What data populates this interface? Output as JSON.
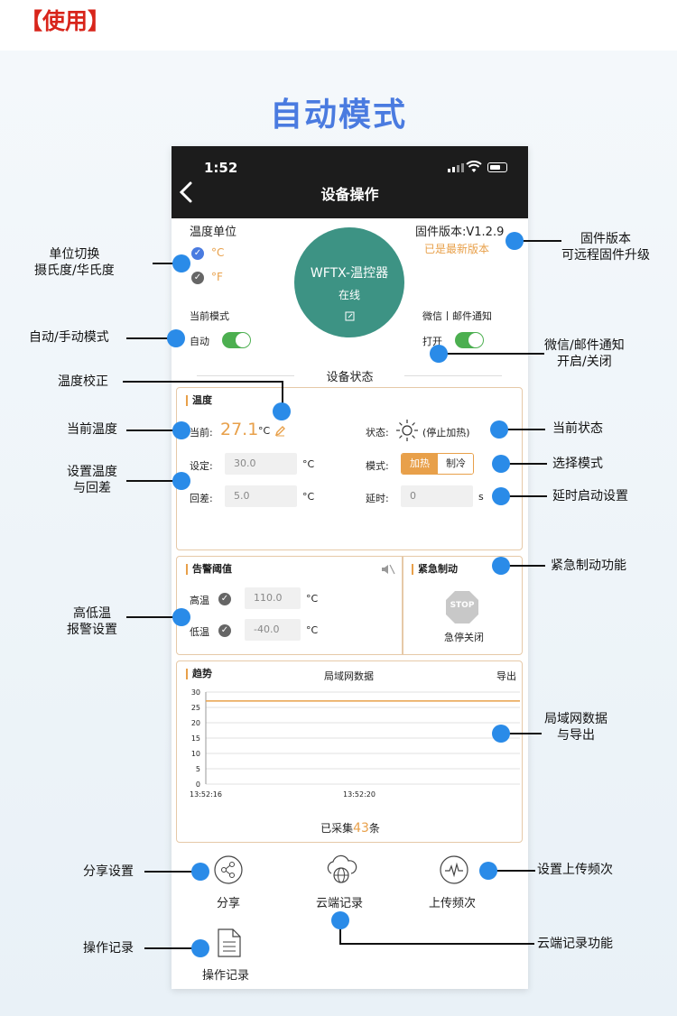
{
  "top_label": "【使用】",
  "hero_title": "自动模式",
  "status_bar": {
    "time": "1:52"
  },
  "nav": {
    "title": "设备操作"
  },
  "device": {
    "temp_unit_label": "温度单位",
    "unit_c": "°C",
    "unit_f": "°F",
    "firmware_version": "固件版本:V1.2.9",
    "firmware_status": "已是最新版本",
    "name": "WFTX-温控器",
    "online": "在线",
    "mode_label": "当前模式",
    "mode_value": "自动",
    "notify_label": "微信丨邮件通知",
    "notify_value": "打开",
    "section_title": "设备状态"
  },
  "temperature_panel": {
    "title": "温度",
    "current_label": "当前:",
    "current_value": "27.1",
    "unit": "°C",
    "set_label": "设定:",
    "set_value": "30.0",
    "diff_label": "回差:",
    "diff_value": "5.0",
    "state_label": "状态:",
    "state_value": "(停止加热)",
    "mode_label": "模式:",
    "mode_heat": "加热",
    "mode_cool": "制冷",
    "delay_label": "延时:",
    "delay_value": "0",
    "delay_unit": "s"
  },
  "alarm_panel": {
    "title": "告警阈值",
    "high_label": "高温",
    "high_value": "110.0",
    "low_label": "低温",
    "low_value": "-40.0",
    "unit": "°C"
  },
  "emergency_panel": {
    "title": "紧急制动",
    "stop_text": "STOP",
    "status": "急停关闭"
  },
  "trend_panel": {
    "title": "趋势",
    "center_title": "局域网数据",
    "export": "导出",
    "collected_prefix": "已采集",
    "collected_count": "43",
    "collected_suffix": "条"
  },
  "chart_data": {
    "type": "line",
    "title": "",
    "xlabel": "",
    "ylabel": "",
    "ylim": [
      0,
      30
    ],
    "y_ticks": [
      "0",
      "5",
      "10",
      "15",
      "20",
      "25",
      "30"
    ],
    "x_ticks": [
      "13:52:16",
      "13:52:20"
    ],
    "grid": true,
    "series": [
      {
        "values": [
          27.1,
          27.1
        ],
        "color": "#e8a04a"
      }
    ]
  },
  "actions": {
    "share": "分享",
    "cloud": "云端记录",
    "upload": "上传频次",
    "log": "操作记录"
  },
  "callouts": {
    "unit_switch": [
      "单位切换",
      "摄氏度/华氏度"
    ],
    "firmware": [
      "固件版本",
      "可远程固件升级"
    ],
    "auto_manual": "自动/手动模式",
    "notify": [
      "微信/邮件通知",
      "开启/关闭"
    ],
    "calibration": "温度校正",
    "current_temp": "当前温度",
    "current_state": "当前状态",
    "set_temp": [
      "设置温度",
      "与回差"
    ],
    "select_mode": "选择模式",
    "delay_start": "延时启动设置",
    "emergency": "紧急制动功能",
    "alarm": [
      "高低温",
      "报警设置"
    ],
    "lan_data": [
      "局域网数据",
      "与导出"
    ],
    "share_settings": "分享设置",
    "upload_freq": "设置上传频次",
    "op_log": "操作记录",
    "cloud_record": "云端记录功能"
  },
  "colors": {
    "accent": "#2a8be8",
    "orange": "#e8a04a",
    "teal": "#3d9384",
    "green": "#4caf50"
  }
}
